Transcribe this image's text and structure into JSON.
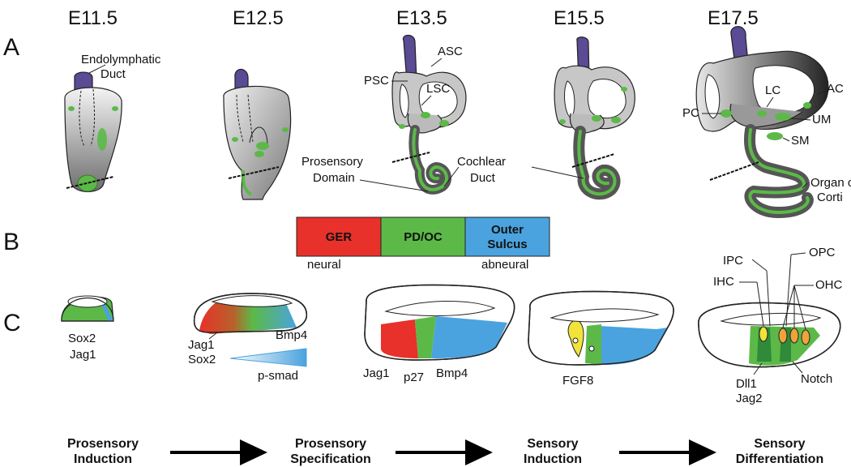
{
  "stages": [
    "E11.5",
    "E12.5",
    "E13.5",
    "E15.5",
    "E17.5"
  ],
  "panels": [
    "A",
    "B",
    "C"
  ],
  "panelA": {
    "endolymphatic_1": "Endolymphatic",
    "endolymphatic_2": "Duct",
    "psc": "PSC",
    "asc": "ASC",
    "lsc": "LSC",
    "prosensory_1": "Prosensory",
    "prosensory_2": "Domain",
    "cochlear_1": "Cochlear",
    "cochlear_2": "Duct",
    "lc": "LC",
    "ac": "AC",
    "pc": "PC",
    "um": "UM",
    "sm": "SM",
    "organ_1": "Organ of",
    "organ_2": "Corti"
  },
  "panelB": {
    "segments": [
      {
        "label_1": "GER",
        "label_2": "",
        "color": "#e8312a"
      },
      {
        "label_1": "PD/OC",
        "label_2": "",
        "color": "#5cb948"
      },
      {
        "label_1": "Outer",
        "label_2": "Sulcus",
        "color": "#4aa3de"
      }
    ],
    "left_label": "neural",
    "right_label": "abneural"
  },
  "panelC": {
    "c1": [
      "Sox2",
      "Jag1"
    ],
    "c2": {
      "jag1": "Jag1",
      "sox2": "Sox2",
      "bmp4": "Bmp4",
      "psmad": "p-smad"
    },
    "c3": {
      "jag1": "Jag1",
      "p27": "p27",
      "bmp4": "Bmp4"
    },
    "c4": {
      "fgf8": "FGF8"
    },
    "c5": {
      "ipc": "IPC",
      "opc": "OPC",
      "ihc": "IHC",
      "ohc": "OHC",
      "dll1": "Dll1",
      "jag2": "Jag2",
      "notch": "Notch"
    }
  },
  "steps": [
    {
      "line1": "Prosensory",
      "line2": "Induction"
    },
    {
      "line1": "Prosensory",
      "line2": "Specification"
    },
    {
      "line1": "Sensory",
      "line2": "Induction"
    },
    {
      "line1": "Sensory",
      "line2": "Differentiation"
    }
  ],
  "colors": {
    "duct": "#5b4a94",
    "sensory": "#5cb948",
    "red": "#e8312a",
    "blue": "#4aa3de",
    "yellow": "#f2e33a",
    "orange": "#f0a33a"
  }
}
